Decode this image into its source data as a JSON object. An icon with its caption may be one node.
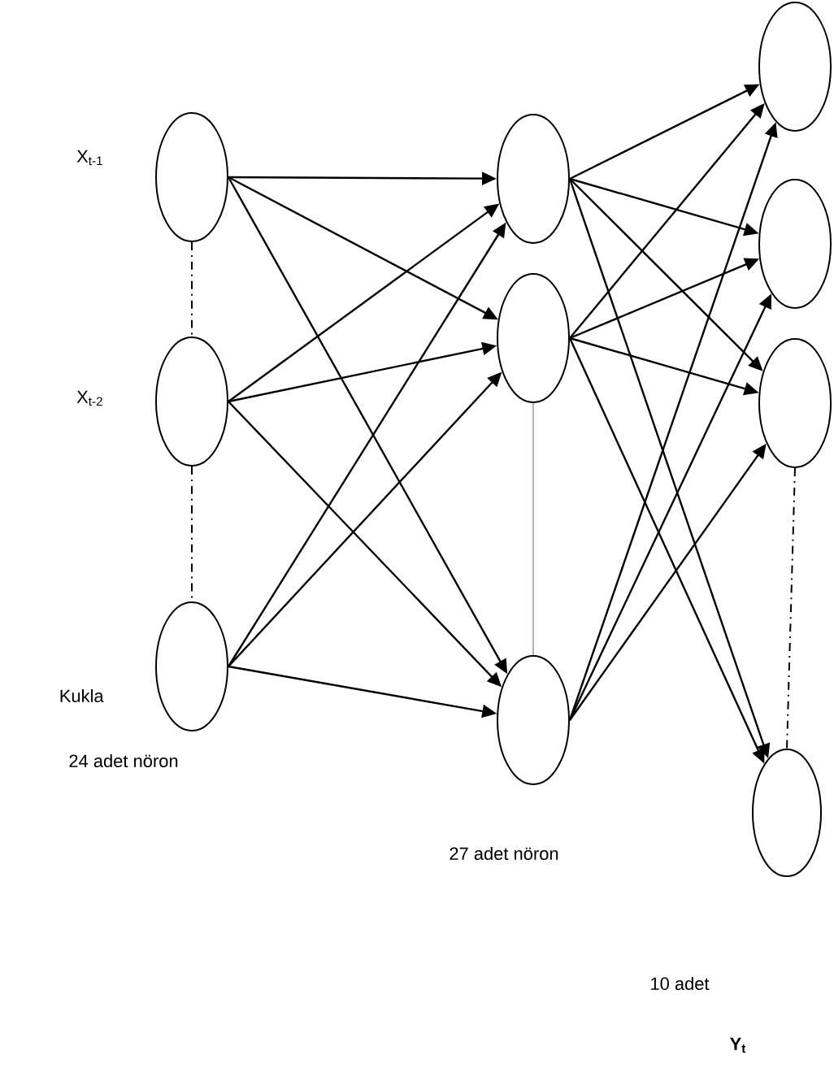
{
  "diagram": {
    "nodes": [
      {
        "text": [],
        "shape": "circle",
        "beside": [
          "X$_{t-1}$"
        ]
      },
      {
        "text": [],
        "shape": "circle",
        "beside": [
          "X$_{t-2}$"
        ]
      },
      {
        "text": [],
        "shape": "circle",
        "beside": [
          "Kukla"
        ]
      },
      {
        "text": [],
        "shape": "circle"
      },
      {
        "text": [],
        "shape": "circle"
      },
      {
        "text": [],
        "shape": "circle"
      },
      {
        "text": [],
        "shape": "circle"
      },
      {
        "text": [],
        "shape": "circle"
      },
      {
        "text": [],
        "shape": "circle"
      },
      {
        "text": [],
        "shape": "circle"
      }
    ],
    "edges": [
      {
        "from": 0,
        "to": 3,
        "arrow": "to"
      },
      {
        "from": 0,
        "to": 4,
        "arrow": "to"
      },
      {
        "from": 0,
        "to": 5,
        "arrow": "to"
      },
      {
        "from": 1,
        "to": 3,
        "arrow": "to"
      },
      {
        "from": 1,
        "to": 4,
        "arrow": "to"
      },
      {
        "from": 1,
        "to": 5,
        "arrow": "to"
      },
      {
        "from": 2,
        "to": 3,
        "arrow": "to"
      },
      {
        "from": 2,
        "to": 4,
        "arrow": "to"
      },
      {
        "from": 2,
        "to": 5,
        "arrow": "to"
      },
      {
        "from": 3,
        "to": 6,
        "arrow": "to"
      },
      {
        "from": 3,
        "to": 7,
        "arrow": "to"
      },
      {
        "from": 3,
        "to": 8,
        "arrow": "to"
      },
      {
        "from": 3,
        "to": 9,
        "arrow": "to"
      },
      {
        "from": 4,
        "to": 6,
        "arrow": "to"
      },
      {
        "from": 4,
        "to": 7,
        "arrow": "to"
      },
      {
        "from": 4,
        "to": 8,
        "arrow": "to"
      },
      {
        "from": 4,
        "to": 9,
        "arrow": "to"
      },
      {
        "from": 5,
        "to": 6,
        "arrow": "to"
      },
      {
        "from": 5,
        "to": 7,
        "arrow": "to"
      },
      {
        "from": 5,
        "to": 8,
        "arrow": "to"
      },
      {
        "from": 0,
        "to": 1,
        "arrow": "none",
        "style": "dashed"
      },
      {
        "from": 1,
        "to": 2,
        "arrow": "none",
        "style": "dashed"
      },
      {
        "from": 4,
        "to": 5,
        "arrow": "none",
        "color": "#808080"
      },
      {
        "from": 8,
        "to": 9,
        "arrow": "none",
        "style": "dashed"
      }
    ],
    "labels": [
      "24 adet nöron",
      "27 adet nöron",
      "10 adet",
      "Y$_{t}$"
    ]
  }
}
